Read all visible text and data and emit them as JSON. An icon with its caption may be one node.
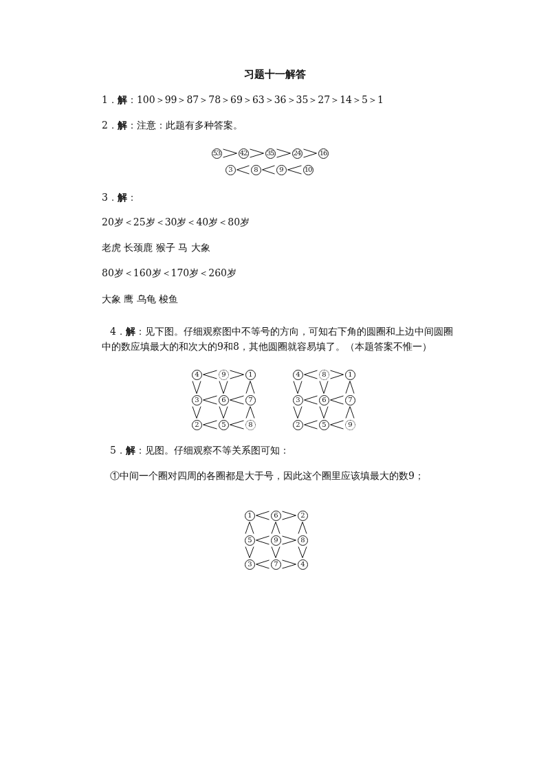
{
  "diagram": {
    "title": "习题十一解答",
    "nodes": [
      {
        "text": [
          "53"
        ]
      },
      {
        "text": [
          "42"
        ]
      },
      {
        "text": [
          "35"
        ]
      },
      {
        "text": [
          "24"
        ]
      },
      {
        "text": [
          "16"
        ]
      },
      {
        "text": [
          "3"
        ]
      },
      {
        "text": [
          "8"
        ]
      },
      {
        "text": [
          "9"
        ]
      },
      {
        "text": [
          "10"
        ]
      },
      {
        "text": [
          "4"
        ]
      },
      {
        "text": [
          "9"
        ]
      },
      {
        "text": [
          "1"
        ]
      },
      {
        "text": [
          "3"
        ]
      },
      {
        "text": [
          "6"
        ]
      },
      {
        "text": [
          "7"
        ]
      },
      {
        "text": [
          "2"
        ]
      },
      {
        "text": [
          "5"
        ]
      },
      {
        "text": [
          "8"
        ]
      },
      {
        "text": [
          "4"
        ]
      },
      {
        "text": [
          "8"
        ]
      },
      {
        "text": [
          "1"
        ]
      },
      {
        "text": [
          "3"
        ]
      },
      {
        "text": [
          "6"
        ]
      },
      {
        "text": [
          "7"
        ]
      },
      {
        "text": [
          "2"
        ]
      },
      {
        "text": [
          "5"
        ]
      },
      {
        "text": [
          "9"
        ]
      },
      {
        "text": [
          "1"
        ]
      },
      {
        "text": [
          "6"
        ]
      },
      {
        "text": [
          "2"
        ]
      },
      {
        "text": [
          "5"
        ]
      },
      {
        "text": [
          "9"
        ]
      },
      {
        "text": [
          "8"
        ]
      },
      {
        "text": [
          "3"
        ]
      },
      {
        "text": [
          "7"
        ]
      },
      {
        "text": [
          "4"
        ]
      }
    ],
    "edges": [
      {
        "from": 0,
        "to": 1,
        "arrow": "to"
      },
      {
        "from": 1,
        "to": 2,
        "arrow": "to"
      },
      {
        "from": 2,
        "to": 3,
        "arrow": "to"
      },
      {
        "from": 3,
        "to": 4,
        "arrow": "to"
      },
      {
        "from": 6,
        "to": 5,
        "arrow": "to"
      },
      {
        "from": 7,
        "to": 6,
        "arrow": "to"
      },
      {
        "from": 8,
        "to": 7,
        "arrow": "to"
      },
      {
        "from": 10,
        "to": 9,
        "arrow": "to"
      },
      {
        "from": 10,
        "to": 11,
        "arrow": "to"
      },
      {
        "from": 9,
        "to": 12,
        "arrow": "to"
      },
      {
        "from": 10,
        "to": 13,
        "arrow": "to"
      },
      {
        "from": 14,
        "to": 11,
        "arrow": "to"
      },
      {
        "from": 13,
        "to": 12,
        "arrow": "to"
      },
      {
        "from": 14,
        "to": 13,
        "arrow": "to"
      },
      {
        "from": 12,
        "to": 15,
        "arrow": "to"
      },
      {
        "from": 13,
        "to": 16,
        "arrow": "to"
      },
      {
        "from": 17,
        "to": 14,
        "arrow": "to"
      },
      {
        "from": 16,
        "to": 15,
        "arrow": "to"
      },
      {
        "from": 17,
        "to": 16,
        "arrow": "to"
      },
      {
        "from": 19,
        "to": 18,
        "arrow": "to"
      },
      {
        "from": 19,
        "to": 20,
        "arrow": "to"
      },
      {
        "from": 18,
        "to": 21,
        "arrow": "to"
      },
      {
        "from": 19,
        "to": 22,
        "arrow": "to"
      },
      {
        "from": 23,
        "to": 20,
        "arrow": "to"
      },
      {
        "from": 22,
        "to": 21,
        "arrow": "to"
      },
      {
        "from": 23,
        "to": 22,
        "arrow": "to"
      },
      {
        "from": 21,
        "to": 24,
        "arrow": "to"
      },
      {
        "from": 22,
        "to": 25,
        "arrow": "to"
      },
      {
        "from": 26,
        "to": 23,
        "arrow": "to"
      },
      {
        "from": 25,
        "to": 24,
        "arrow": "to"
      },
      {
        "from": 26,
        "to": 25,
        "arrow": "to"
      },
      {
        "from": 28,
        "to": 27,
        "arrow": "to"
      },
      {
        "from": 28,
        "to": 29,
        "arrow": "to"
      },
      {
        "from": 30,
        "to": 27,
        "arrow": "to"
      },
      {
        "from": 31,
        "to": 28,
        "arrow": "to"
      },
      {
        "from": 32,
        "to": 29,
        "arrow": "to"
      },
      {
        "from": 31,
        "to": 30,
        "arrow": "to"
      },
      {
        "from": 31,
        "to": 32,
        "arrow": "to"
      },
      {
        "from": 30,
        "to": 33,
        "arrow": "to"
      },
      {
        "from": 31,
        "to": 34,
        "arrow": "to"
      },
      {
        "from": 32,
        "to": 35,
        "arrow": "to"
      },
      {
        "from": 34,
        "to": 33,
        "arrow": "to"
      },
      {
        "from": 34,
        "to": 35,
        "arrow": "to"
      }
    ],
    "labels": [
      "1．**解**：100＞99＞87＞78＞69＞63＞36＞35＞27＞14＞5＞1",
      "2．**解**：注意：此题有多种答案。",
      "3．**解**：",
      "20岁＜25岁＜30岁＜40岁＜80岁",
      "老虎 长颈鹿 猴子 马 大象",
      "80岁＜160岁＜170岁＜260岁",
      "大象 鹰 乌龟 梭鱼",
      "4．**解**：见下图。仔细观察图中不等号的方向，可知右下角的圆圈和上边中间圆圈中的数应填最大的和次大的9和8，其他圆圈就容易填了。（本题答案不惟一）",
      "5．**解**：见图。仔细观察不等关系图可知：",
      "①中间一个圈对四周的各圈都是大于号，因此这个圈里应该填最大的数9；"
    ]
  }
}
